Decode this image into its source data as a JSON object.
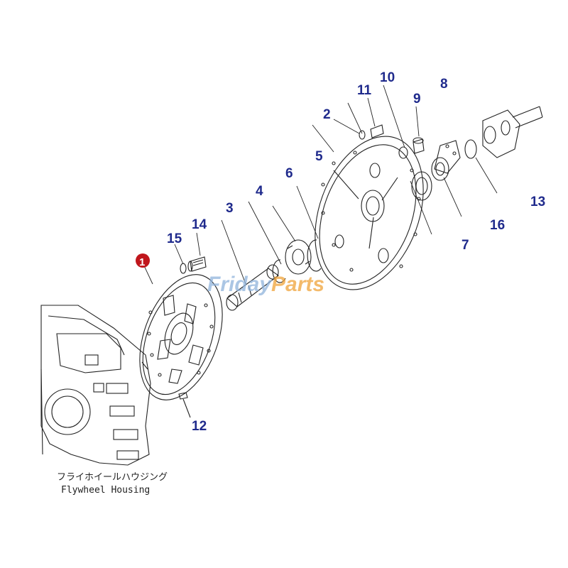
{
  "colors": {
    "callout": "#1f2a8c",
    "line": "#222222",
    "highlight": "#c0161c",
    "watermark": "#8fb3dc",
    "watermark_accent": "#f0a43a"
  },
  "callouts": {
    "c1": "1",
    "c2": "2",
    "c3": "3",
    "c4": "4",
    "c5": "5",
    "c6": "6",
    "c7": "7",
    "c8": "8",
    "c9": "9",
    "c10": "10",
    "c11": "11",
    "c12": "12",
    "c13": "13",
    "c14": "14",
    "c15": "15",
    "c16": "16"
  },
  "housing_label": {
    "japanese": "フライホイールハウジング",
    "english": "Flywheel Housing"
  },
  "watermark": {
    "part1": "Friday",
    "part2": "Parts"
  }
}
